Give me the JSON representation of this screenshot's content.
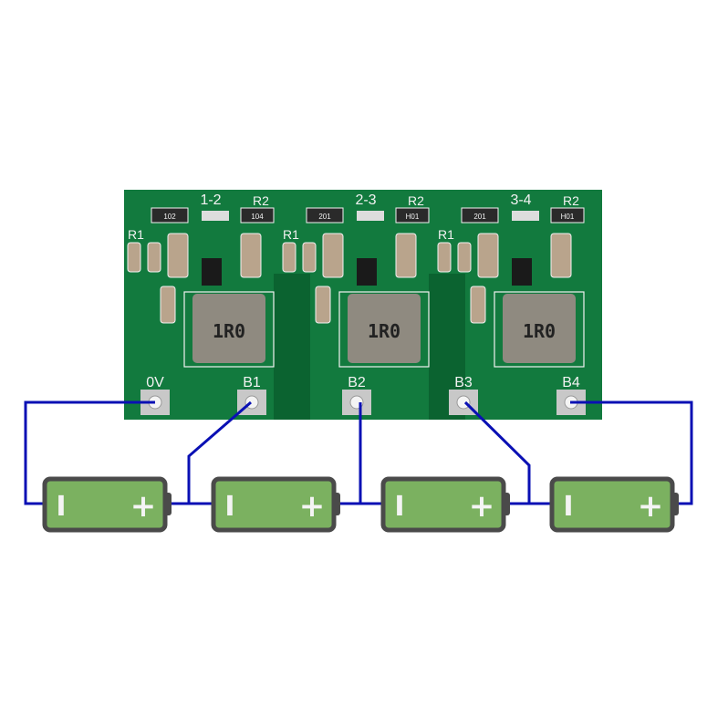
{
  "board": {
    "sections": [
      {
        "pair_label": "1-2",
        "r1_label": "R1",
        "r2_label": "R2",
        "inductor_marking": "1R0",
        "resistor_markings": [
          "102",
          "104"
        ]
      },
      {
        "pair_label": "2-3",
        "r1_label": "R1",
        "r2_label": "R2",
        "inductor_marking": "1R0",
        "resistor_markings": [
          "201",
          "H01"
        ]
      },
      {
        "pair_label": "3-4",
        "r1_label": "R1",
        "r2_label": "R2",
        "inductor_marking": "1R0",
        "resistor_markings": [
          "201",
          "H01"
        ]
      }
    ],
    "pads": [
      "0V",
      "B1",
      "B2",
      "B3",
      "B4"
    ],
    "colors": {
      "pcb": "#127a3e",
      "pcb_dark": "#0b6330",
      "silkscreen": "#f2f2f2",
      "inductor": "#8f8a80"
    }
  },
  "batteries": [
    {
      "negative": "I",
      "positive": "+"
    },
    {
      "negative": "I",
      "positive": "+"
    },
    {
      "negative": "I",
      "positive": "+"
    },
    {
      "negative": "I",
      "positive": "+"
    }
  ],
  "colors": {
    "wire": "#0a10b4",
    "battery_fill": "#7bb160",
    "battery_border": "#4a4a4a"
  }
}
